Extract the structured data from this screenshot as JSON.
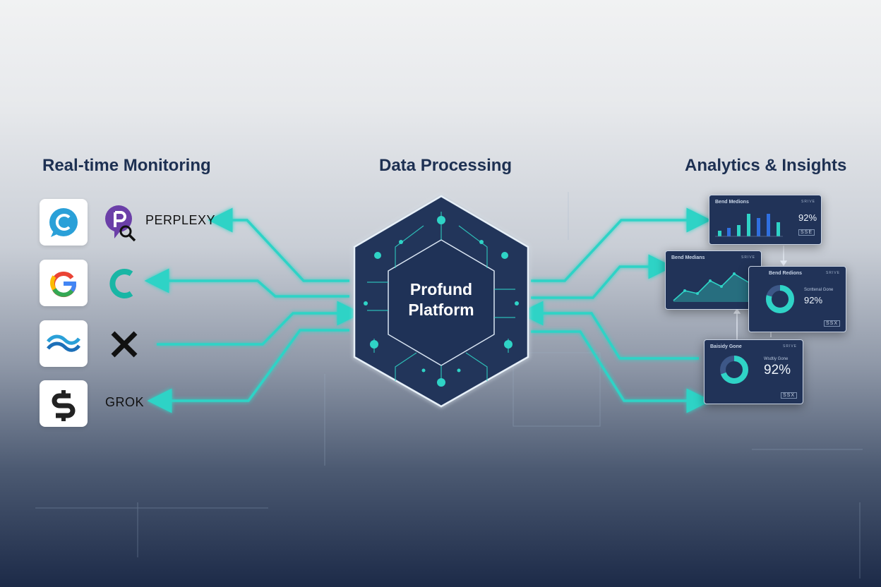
{
  "headings": {
    "monitoring": "Real-time Monitoring",
    "processing": "Data Processing",
    "analytics": "Analytics & Insights"
  },
  "sources": [
    {
      "icon": "chat-c-icon",
      "brand_icon": "perplexity-icon",
      "label": "PERPLEXY"
    },
    {
      "icon": "google-g-icon",
      "brand_icon": "c-logo-icon",
      "label": ""
    },
    {
      "icon": "wave-icon",
      "brand_icon": "x-icon",
      "label": ""
    },
    {
      "icon": "dollar-s-icon",
      "brand_icon": "",
      "label": "GROK"
    }
  ],
  "hub": {
    "line1": "Profund",
    "line2": "Platform"
  },
  "panels": {
    "top": {
      "title": "Bend Medions",
      "code": "SRIVE",
      "value": "92%",
      "tag": "SSE"
    },
    "middle_left": {
      "title": "Bend Medians",
      "code": "SRIVE"
    },
    "middle_right": {
      "title": "Bend Redions",
      "code": "SRIVE",
      "subtitle": "Scnttenal Gone",
      "value": "92%",
      "tag": "SSX"
    },
    "bottom": {
      "title": "Baisidy Gone",
      "code": "SRIVE",
      "subtitle": "Wsdtiy Gone",
      "value": "92%",
      "tag": "SSX"
    }
  },
  "colors": {
    "accent": "#2fd3c6",
    "hub_fill": "#1f3257",
    "panel": "#213358",
    "heading": "#1d3052"
  }
}
